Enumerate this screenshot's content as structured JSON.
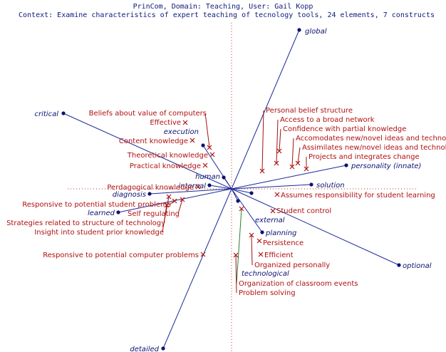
{
  "header": {
    "line1": "PrinCom, Domain: Teaching, User: Gail Kopp",
    "line2": "Context: Examine characteristics of expert teaching of tecnology tools, 24 elements, 7 constructs"
  },
  "colors": {
    "construct": "#0c1370",
    "element": "#b01010",
    "axis": "#c0392b",
    "construct_line": "#1a2a9a",
    "connector_red": "#a01010",
    "connector_green": "#2f7a2f"
  },
  "constructs": [
    {
      "key": "global",
      "label": "global"
    },
    {
      "key": "critical",
      "label": "critical"
    },
    {
      "key": "execution",
      "label": "execution"
    },
    {
      "key": "human",
      "label": "human"
    },
    {
      "key": "internal",
      "label": "internal"
    },
    {
      "key": "diagnosis",
      "label": "diagnosis"
    },
    {
      "key": "learned",
      "label": "learned"
    },
    {
      "key": "detailed",
      "label": "detailed"
    },
    {
      "key": "personality",
      "label": "personality (innate)"
    },
    {
      "key": "solution",
      "label": "solution"
    },
    {
      "key": "external",
      "label": "external"
    },
    {
      "key": "planning",
      "label": "planning"
    },
    {
      "key": "technological",
      "label": "technological"
    },
    {
      "key": "optional",
      "label": "optional"
    }
  ],
  "elements": [
    {
      "key": "beliefs",
      "label": "Beliefs about value of computers"
    },
    {
      "key": "effective",
      "label": "Effective"
    },
    {
      "key": "content",
      "label": "Content knowledge"
    },
    {
      "key": "theoretical",
      "label": "Theoretical knowledge"
    },
    {
      "key": "practical",
      "label": "Practical knowledge"
    },
    {
      "key": "pedagogical",
      "label": "Perdagogical knowledge"
    },
    {
      "key": "resp_student",
      "label": "Responsive to potential student problems"
    },
    {
      "key": "self_reg",
      "label": "Self regulating"
    },
    {
      "key": "strategies",
      "label": "Strategies related to structure of technology"
    },
    {
      "key": "insight",
      "label": "Insight into student prior knowledge"
    },
    {
      "key": "resp_computer",
      "label": "Responsive to potential computer problems"
    },
    {
      "key": "personal_belief",
      "label": "Personal belief structure"
    },
    {
      "key": "access",
      "label": "Access to a broad network"
    },
    {
      "key": "confidence",
      "label": "Confidence with partial knowledge"
    },
    {
      "key": "accomodates",
      "label": "Accomodates new/novel ideas and technology"
    },
    {
      "key": "assimilates",
      "label": "Assimilates new/novel ideas and technology"
    },
    {
      "key": "projects",
      "label": "Projects and integrates change"
    },
    {
      "key": "assumes",
      "label": "Assumes responsibility for student learning"
    },
    {
      "key": "student_control",
      "label": "Student control"
    },
    {
      "key": "persistence",
      "label": "Persistence"
    },
    {
      "key": "efficient",
      "label": "Efficient"
    },
    {
      "key": "organized",
      "label": "Organized personally"
    },
    {
      "key": "org_events",
      "label": "Organization of classroom events"
    },
    {
      "key": "problem",
      "label": "Problem solving"
    }
  ]
}
